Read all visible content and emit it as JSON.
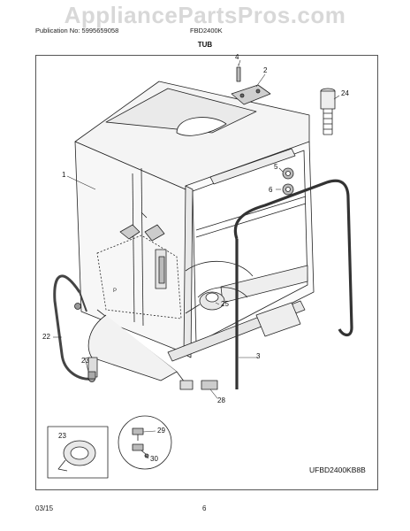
{
  "watermark": "AppliancePartsPros.com",
  "header": {
    "publication": "Publication No: 5995659058",
    "model": "FBD2400K",
    "title": "TUB"
  },
  "callouts": {
    "c1": "1",
    "c2": "2",
    "c3": "3",
    "c4": "4",
    "c5": "5",
    "c6": "6",
    "c22": "22",
    "c23a": "23",
    "c23b": "23",
    "c24": "24",
    "c25": "25",
    "c28": "28",
    "c29": "29",
    "c30": "30"
  },
  "figure_code": "UFBD2400KB8B",
  "footer": {
    "date": "03/15",
    "page": "6"
  }
}
